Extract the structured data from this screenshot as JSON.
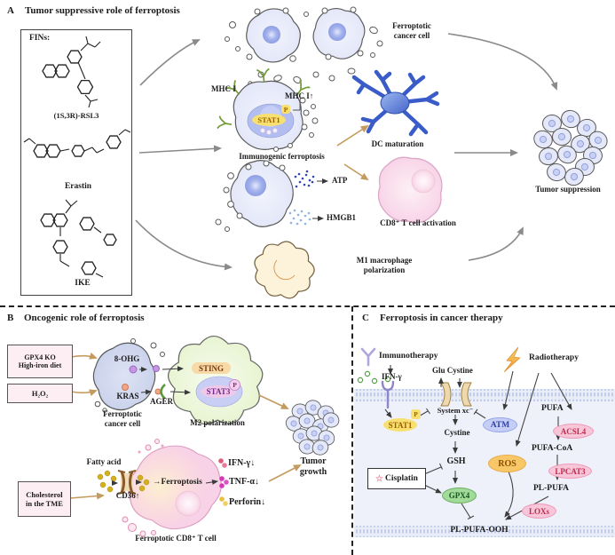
{
  "panel_a": {
    "letter": "A",
    "title": "Tumor suppressive role of ferroptosis",
    "fins": {
      "heading": "FINs:",
      "rsl3": "(1S,3R)-RSL3",
      "erastin": "Erastin",
      "ike": "IKE"
    },
    "ferroptotic_cell": "Ferroptotic\ncancer cell",
    "mhc1": "MHC I",
    "mhc1_up": "MHC I↑",
    "stat1": "STAT1",
    "phospho": "P",
    "immunogenic": "Immunogenic ferroptosis",
    "atp": "ATP",
    "hmgb1": "HMGB1",
    "dc_maturation": "DC maturation",
    "cd8_activation": "CD8⁺ T cell activation",
    "m1": "M1 macrophage\npolarization",
    "tumor_suppression": "Tumor suppression"
  },
  "panel_b": {
    "letter": "B",
    "title": "Oncogenic role of ferroptosis",
    "box_gpx4": "GPX4 KO\nHigh-iron diet",
    "box_h2o2": "H₂O₂",
    "ohg": "8-OHG",
    "kras": "KRAS",
    "ager": "AGER",
    "sting": "STING",
    "stat3": "STAT3",
    "phospho": "P",
    "m2": "M2 polarization",
    "ferroptotic_cell": "Ferroptotic\ncancer cell",
    "cholesterol": "Cholesterol\nin the TME",
    "fatty_acid": "Fatty acid",
    "cd36": "CD36↑",
    "ferroptosis": "→Ferroptosis",
    "ifng": "IFN-γ↓",
    "tnfa": "TNF-α↓",
    "perforin": "Perforin↓",
    "tumor_growth": "Tumor\ngrowth",
    "ferroptotic_cd8": "Ferroptotic CD8⁺ T cell"
  },
  "panel_c": {
    "letter": "C",
    "title": "Ferroptosis in cancer therapy",
    "immunotherapy": "Immunotherapy",
    "ifng": "IFN-γ",
    "stat1": "STAT1",
    "phospho": "P",
    "glu_cystine": "Glu Cystine",
    "system_xc": "System xc⁻",
    "cystine": "Cystine",
    "gsh": "GSH",
    "gpx4": "GPX4",
    "cisplatin": "Cisplatin",
    "star": "☆",
    "atm": "ATM",
    "ros": "ROS",
    "radiotherapy": "Radiotherapy",
    "pufa": "PUFA",
    "acsl4": "ACSL4",
    "pufa_coa": "PUFA-CoA",
    "lpcat3": "LPCAT3",
    "pl_pufa": "PL-PUFA",
    "loxs": "LOXs",
    "pl_pufa_ooh": "PL-PUFA-OOH"
  }
}
